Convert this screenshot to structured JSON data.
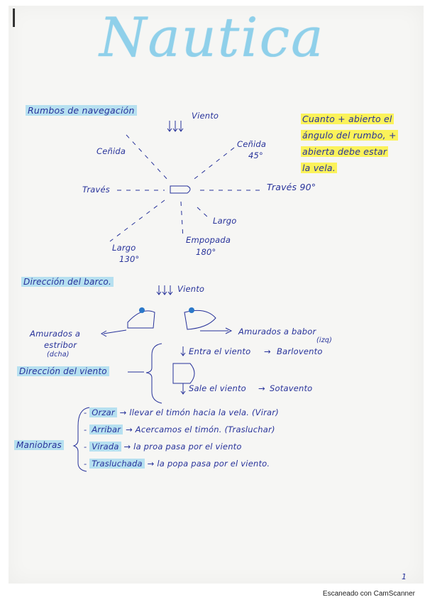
{
  "title": "Nautica",
  "rumbos": {
    "heading": "Rumbos de navegación",
    "viento": "Viento",
    "cenida_left": "Ceñida",
    "cenida_right": "Ceñida",
    "cenida_right_deg": "45°",
    "traves_left": "Través",
    "traves_right": "Través 90°",
    "largo_right": "Largo",
    "empopada": "Empopada",
    "empopada_deg": "180°",
    "largo_left": "Largo",
    "largo_left_deg": "130°"
  },
  "note": {
    "line1": "Cuanto + abierto el",
    "line2": "ángulo del rumbo, +",
    "line3": "abierta debe estar",
    "line4": "la vela."
  },
  "direccion_barco": {
    "heading": "Dirección del barco.",
    "viento": "Viento",
    "amurados_estribor": "Amurados a",
    "estribor": "estribor",
    "dcha": "(dcha)",
    "amurados_babor": "Amurados a babor",
    "izq": "(izq)"
  },
  "direccion_viento": {
    "heading": "Dirección del viento",
    "entra": "Entra el viento",
    "barlovento": "Barlovento",
    "sale": "Sale el viento",
    "sotavento": "Sotavento"
  },
  "maniobras": {
    "heading": "Maniobras",
    "items": [
      {
        "term": "Orzar",
        "text": "llevar el timón hacia la vela. (Virar)"
      },
      {
        "term": "Arribar",
        "text": "Acercamos el timón. (Trasluchar)"
      },
      {
        "term": "Virada",
        "text": "la proa pasa por el viento"
      },
      {
        "term": "Trasluchada",
        "text": "la popa pasa por el viento."
      }
    ]
  },
  "page_number": "1",
  "footer": "Escaneado con CamScanner"
}
